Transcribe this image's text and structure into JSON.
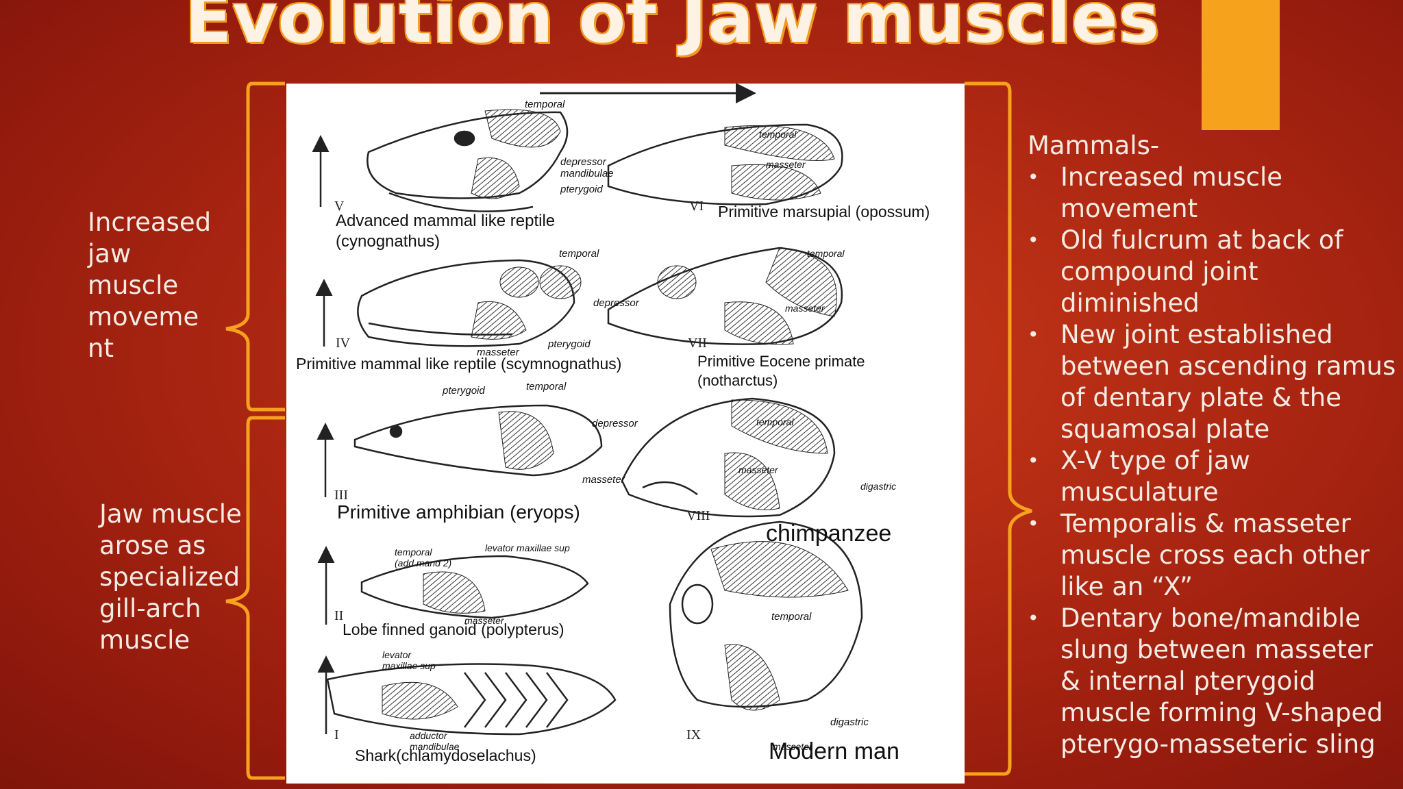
{
  "title": "Evolution of Jaw muscles",
  "left_labels": {
    "upper": "Increased\njaw\nmuscle\nmoveme\nnt",
    "lower": "Jaw muscle\narose as\nspecialized\ngill-arch\nmuscle"
  },
  "right_panel": {
    "heading": "Mammals-",
    "bullets": [
      "Increased muscle movement",
      "Old fulcrum at back of compound joint diminished",
      "New joint established between ascending ramus of dentary plate & the squamosal plate",
      "X-V type of jaw musculature",
      "Temporalis & masseter muscle cross each other like an “X”",
      "Dentary bone/mandible slung between masseter & internal pterygoid muscle forming V-shaped pterygo-masseteric sling"
    ]
  },
  "figure": {
    "captions": {
      "v": "Advanced mammal like reptile\n(cynognathus)",
      "iv": "Primitive mammal like reptile (scymnognathus)",
      "iii": "Primitive amphibian (eryops)",
      "ii": "Lobe finned ganoid (polypterus)",
      "i": "Shark(chlamydoselachus)",
      "vi": "Primitive marsupial (opossum)",
      "vii": "Primitive Eocene primate\n(notharctus)",
      "viii": "chimpanzee",
      "ix": "Modern man"
    },
    "numerals": {
      "i": "I",
      "ii": "II",
      "iii": "III",
      "iv": "IV",
      "v": "V",
      "vi": "VI",
      "vii": "VII",
      "viii": "VIII",
      "ix": "IX"
    },
    "muscle_labels": {
      "temporal": "temporal",
      "masseter": "masseter",
      "pterygoid": "pterygoid",
      "depressor": "depressor",
      "depressor_mandibulae": "depressor\nmandibulae",
      "digastric": "digastric",
      "levator_maxillae": "levator\nmaxillae sup",
      "levator_maxillae_sup": "levator maxillae sup",
      "temporal_add_mand": "temporal\n(add mand 2)",
      "adductor_mandibulae": "adductor\nmandibulae"
    }
  },
  "colors": {
    "background": "#ad2712",
    "accent": "#f6a21c",
    "title_outline": "#f19a21",
    "text_light": "#f4ece4"
  }
}
